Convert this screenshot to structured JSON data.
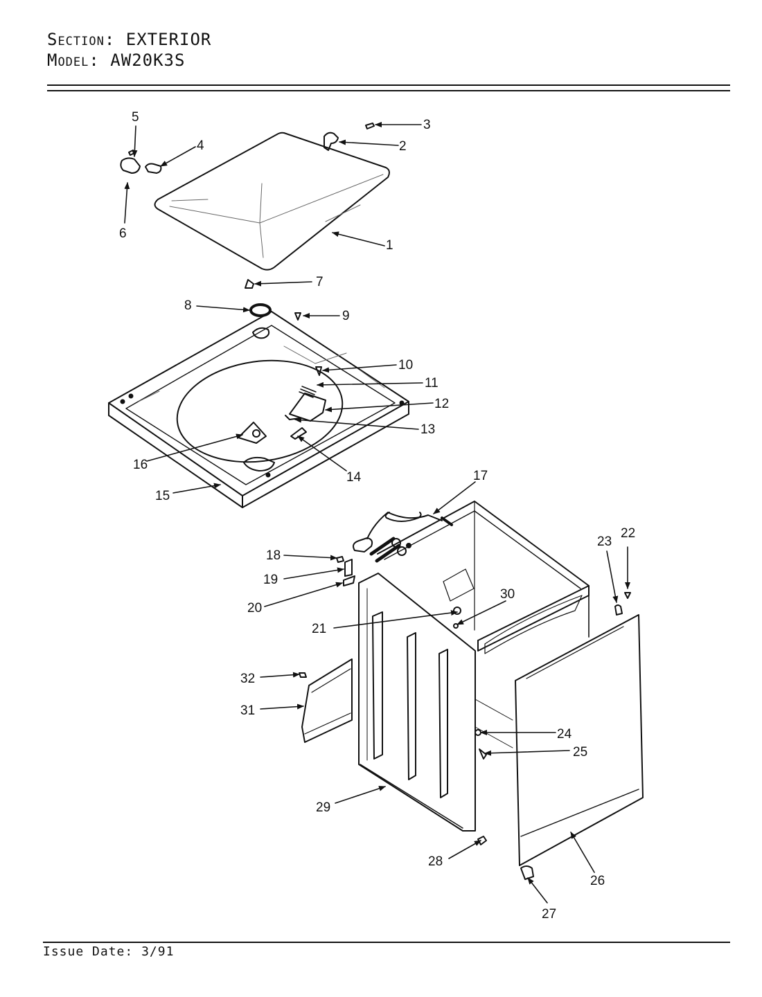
{
  "header": {
    "section_key": "Section:",
    "section_value": "EXTERIOR",
    "model_key": "Model:",
    "model_value": "AW20K3S"
  },
  "footer": {
    "issue_date_label": "Issue Date:",
    "issue_date_value": "3/91"
  },
  "parts": [
    {
      "id": "part-1",
      "label": "1"
    },
    {
      "id": "part-2",
      "label": "2"
    },
    {
      "id": "part-3",
      "label": "3"
    },
    {
      "id": "part-4",
      "label": "4"
    },
    {
      "id": "part-5",
      "label": "5"
    },
    {
      "id": "part-6",
      "label": "6"
    },
    {
      "id": "part-7",
      "label": "7"
    },
    {
      "id": "part-8",
      "label": "8"
    },
    {
      "id": "part-9",
      "label": "9"
    },
    {
      "id": "part-10",
      "label": "10"
    },
    {
      "id": "part-11",
      "label": "11"
    },
    {
      "id": "part-12",
      "label": "12"
    },
    {
      "id": "part-13",
      "label": "13"
    },
    {
      "id": "part-14",
      "label": "14"
    },
    {
      "id": "part-15",
      "label": "15"
    },
    {
      "id": "part-16",
      "label": "16"
    },
    {
      "id": "part-17",
      "label": "17"
    },
    {
      "id": "part-18",
      "label": "18"
    },
    {
      "id": "part-19",
      "label": "19"
    },
    {
      "id": "part-20",
      "label": "20"
    },
    {
      "id": "part-21",
      "label": "21"
    },
    {
      "id": "part-22",
      "label": "22"
    },
    {
      "id": "part-23",
      "label": "23"
    },
    {
      "id": "part-24",
      "label": "24"
    },
    {
      "id": "part-25",
      "label": "25"
    },
    {
      "id": "part-26",
      "label": "26"
    },
    {
      "id": "part-27",
      "label": "27"
    },
    {
      "id": "part-28",
      "label": "28"
    },
    {
      "id": "part-29",
      "label": "29"
    },
    {
      "id": "part-30",
      "label": "30"
    },
    {
      "id": "part-31",
      "label": "31"
    },
    {
      "id": "part-32",
      "label": "32"
    }
  ]
}
